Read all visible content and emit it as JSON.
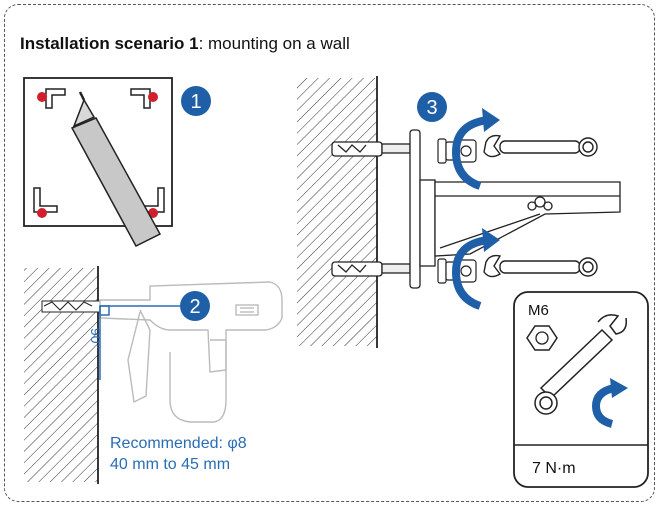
{
  "title": {
    "bold": "Installation scenario 1",
    "rest": ": mounting on a wall"
  },
  "steps": [
    "1",
    "2",
    "3"
  ],
  "drill": {
    "angle_label": "90°",
    "recommended_line1": "Recommended: φ8",
    "recommended_line2": "40 mm to 45 mm"
  },
  "bolt_box": {
    "size_label": "M6",
    "torque_label": "7 N·m"
  },
  "colors": {
    "accent": "#2a6db5",
    "badge": "#1f5fa8",
    "mark": "#d0202e",
    "outline": "#222222"
  }
}
